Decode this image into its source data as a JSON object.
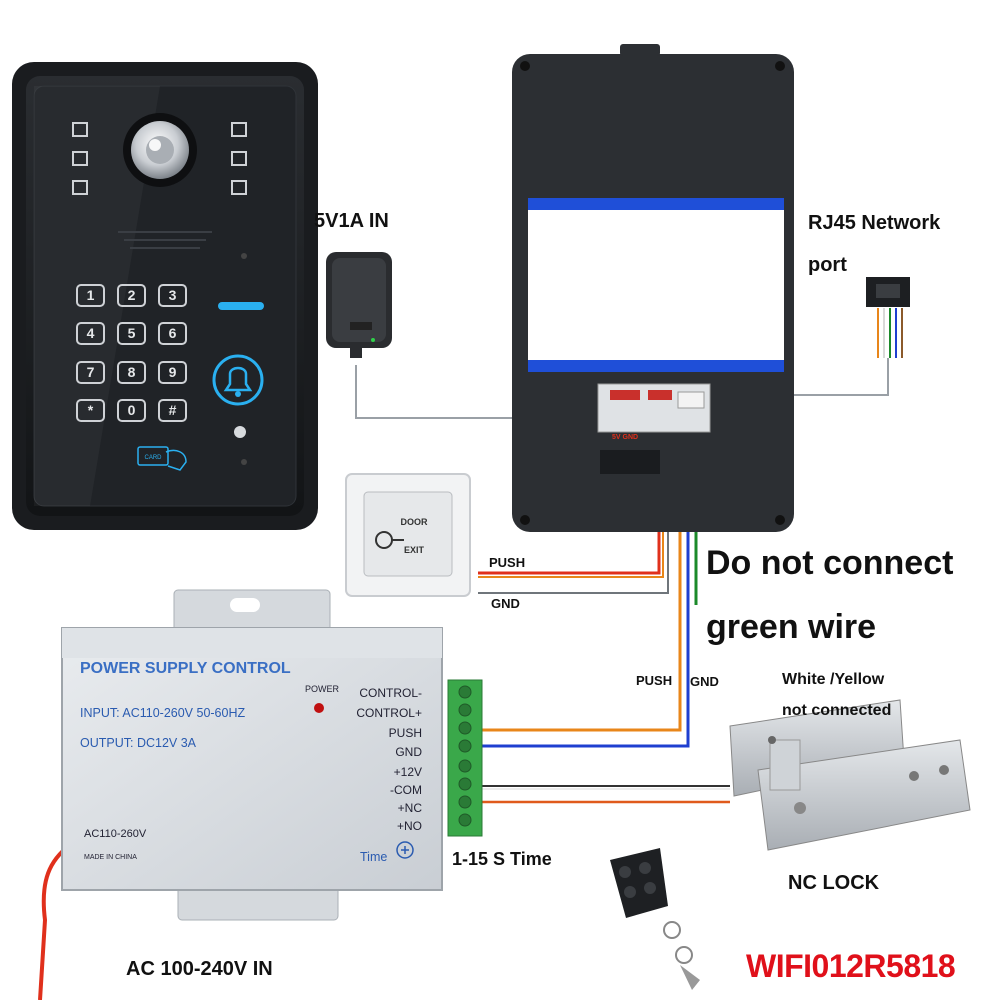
{
  "labels": {
    "adapter_in": "5V1A IN",
    "rj45_line1": "RJ45 Network",
    "rj45_line2": "port",
    "push_top": "PUSH",
    "gnd_top": "GND",
    "push_mid": "PUSH",
    "gnd_mid": "GND",
    "warning_line1": "Do not connect",
    "warning_line2": "green wire",
    "white_yellow_line1": "White /Yellow",
    "white_yellow_line2": "not connected",
    "time_range": "1-15 S Time",
    "nc_lock": "NC LOCK",
    "ac_in": "AC 100-240V IN",
    "model": "WIFI012R5818"
  },
  "doorbell": {
    "keys": [
      "1",
      "2",
      "3",
      "4",
      "5",
      "6",
      "7",
      "8",
      "9",
      "*",
      "0",
      "#"
    ],
    "card_text": "CARD"
  },
  "monitor": {
    "port_label": "5V GND"
  },
  "exit_button": {
    "line1": "DOOR",
    "line2": "EXIT"
  },
  "power_supply": {
    "title": "POWER SUPPLY CONTROL",
    "input": "INPUT: AC110-260V 50-60HZ",
    "output": "OUTPUT: DC12V  3A",
    "power_led": "POWER",
    "ac_label": "AC110-260V",
    "made_in": "MADE IN CHINA",
    "time_label": "Time",
    "terminals": [
      "CONTROL-",
      "CONTROL+",
      "PUSH",
      "GND",
      "+12V",
      "-COM",
      "+NC",
      "+NO"
    ]
  },
  "colors": {
    "wire_orange": "#e8861a",
    "wire_blue": "#1f3fd0",
    "wire_green": "#1b8a2a",
    "wire_red": "#e0301c",
    "wire_gray": "#9aa0a6",
    "model_red": "#e0101a",
    "screen_blue": "#1f4fd8",
    "terminal_green": "#3aa84a"
  },
  "icons": [
    "camera-icon",
    "bell-icon",
    "card-icon",
    "key-icon",
    "remote-fob-icon",
    "adapter-icon",
    "rj45-icon",
    "lock-icon"
  ]
}
